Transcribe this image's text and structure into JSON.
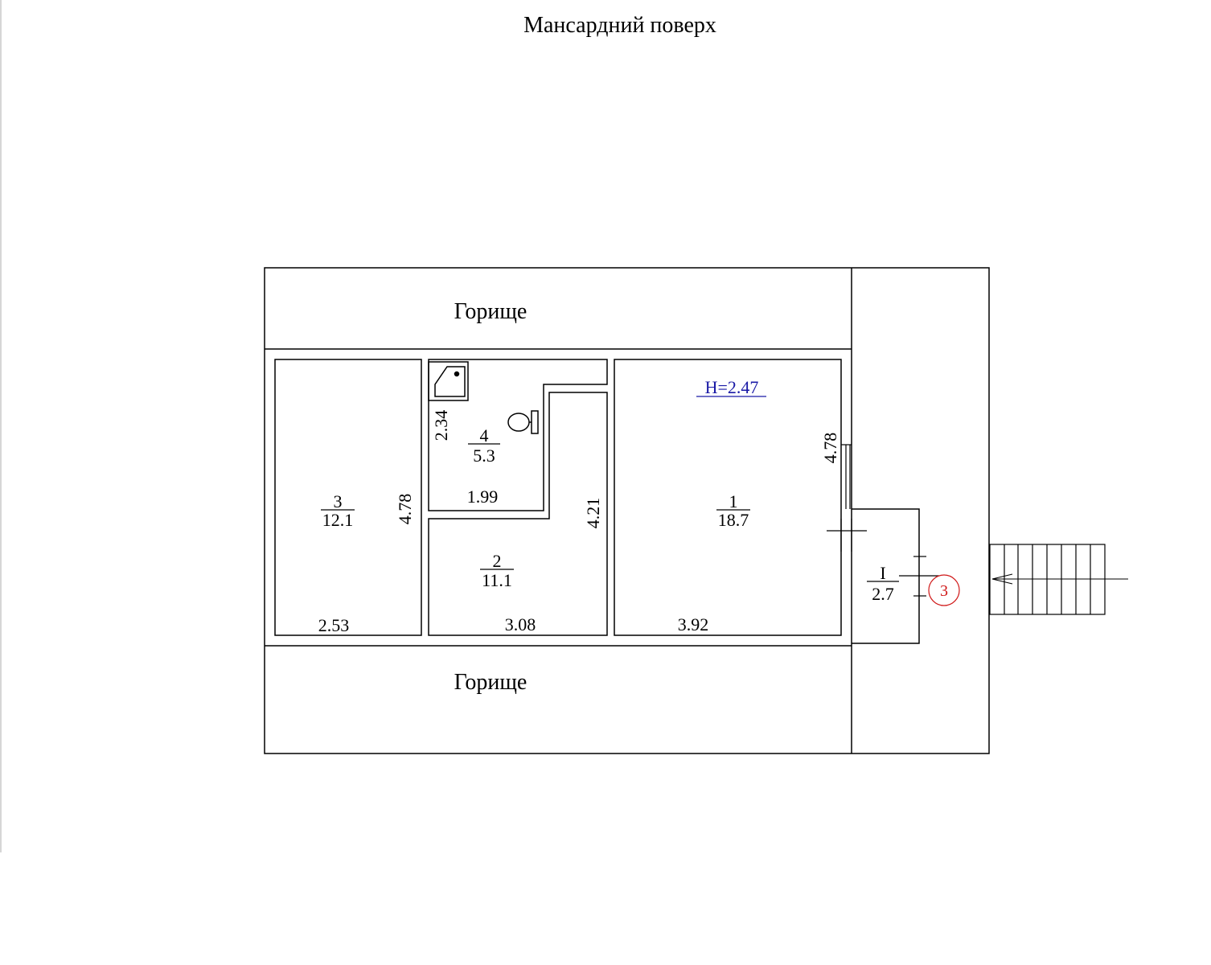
{
  "title": "Мансардний поверх",
  "attic_label": "Горище",
  "rooms": [
    {
      "number": "1",
      "area": "18.7"
    },
    {
      "number": "2",
      "area": "11.1"
    },
    {
      "number": "3",
      "area": "12.1"
    },
    {
      "number": "4",
      "area": "5.3"
    },
    {
      "number": "I",
      "area": "2.7"
    }
  ],
  "dimensions": {
    "room3_height": "4.78",
    "room3_width": "2.53",
    "room4_height": "2.34",
    "room4_width": "1.99",
    "room2_height": "4.21",
    "room2_width": "3.08",
    "room1_height": "4.78",
    "room1_width": "3.92"
  },
  "ceiling_height": "H=2.47",
  "section_marker": "3",
  "colors": {
    "lines": "#000000",
    "ceiling_height": "#1a1aa6",
    "section_marker": "#d01818"
  },
  "icons": [
    "shower-icon",
    "toilet-icon",
    "stairs-icon",
    "entry-arrow-icon"
  ]
}
